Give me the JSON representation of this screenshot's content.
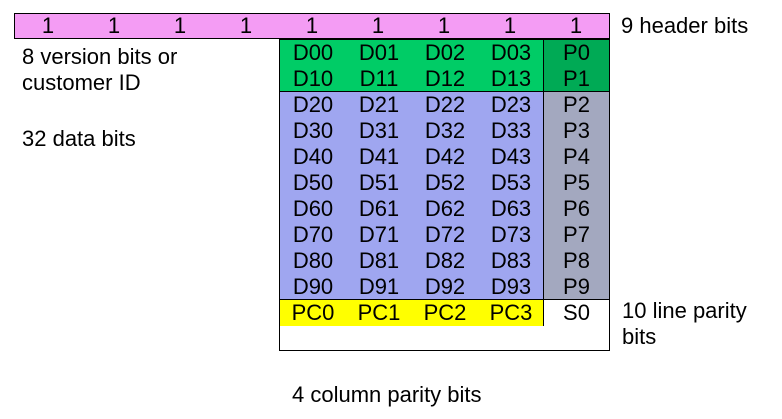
{
  "header": {
    "bits": [
      "1",
      "1",
      "1",
      "1",
      "1",
      "1",
      "1",
      "1",
      "1"
    ],
    "label": "9 header bits"
  },
  "left_labels": {
    "version_line1": "8 version bits or",
    "version_line2": "customer ID",
    "data_bits": "32 data bits"
  },
  "grid": {
    "rows": [
      {
        "d": [
          "D00",
          "D01",
          "D02",
          "D03"
        ],
        "p": "P0"
      },
      {
        "d": [
          "D10",
          "D11",
          "D12",
          "D13"
        ],
        "p": "P1"
      },
      {
        "d": [
          "D20",
          "D21",
          "D22",
          "D23"
        ],
        "p": "P2"
      },
      {
        "d": [
          "D30",
          "D31",
          "D32",
          "D33"
        ],
        "p": "P3"
      },
      {
        "d": [
          "D40",
          "D41",
          "D42",
          "D43"
        ],
        "p": "P4"
      },
      {
        "d": [
          "D50",
          "D51",
          "D52",
          "D53"
        ],
        "p": "P5"
      },
      {
        "d": [
          "D60",
          "D61",
          "D62",
          "D63"
        ],
        "p": "P6"
      },
      {
        "d": [
          "D70",
          "D71",
          "D72",
          "D73"
        ],
        "p": "P7"
      },
      {
        "d": [
          "D80",
          "D81",
          "D82",
          "D83"
        ],
        "p": "P8"
      },
      {
        "d": [
          "D90",
          "D91",
          "D92",
          "D93"
        ],
        "p": "P9"
      }
    ],
    "column_parity": [
      "PC0",
      "PC1",
      "PC2",
      "PC3"
    ],
    "stop_bit": "S0"
  },
  "right_labels": {
    "line_parity_1": "10 line parity",
    "line_parity_2": "bits"
  },
  "bottom_label": "4 column parity bits",
  "colors": {
    "header": "#f49cf4",
    "version_data": "#00cc66",
    "version_parity": "#00aa55",
    "data": "#9fa6f0",
    "line_parity": "#a3a8bf",
    "column_parity": "#ffff00",
    "stop": "#ffffff"
  }
}
